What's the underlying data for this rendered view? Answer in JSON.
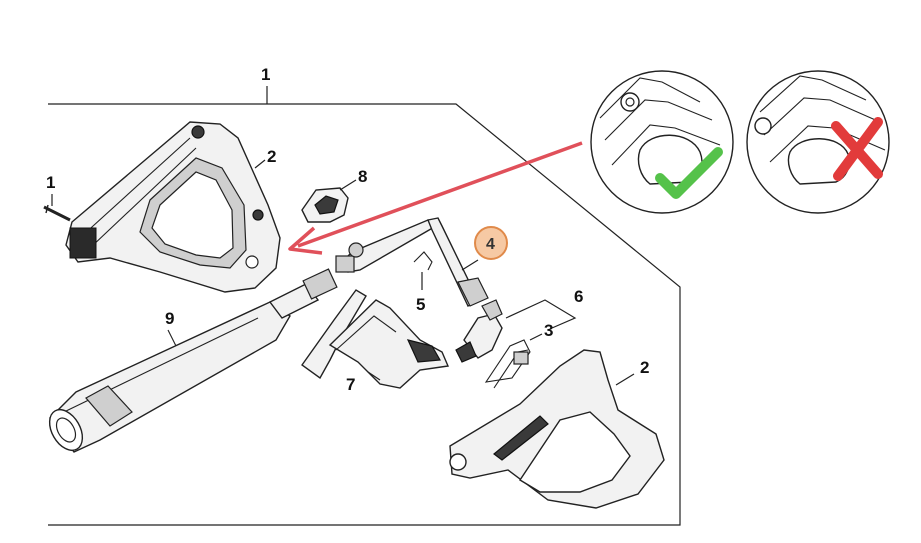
{
  "callouts": {
    "assembly": "1",
    "screw": "1",
    "handle_left": "2",
    "handle_right": "2",
    "clip": "3",
    "highlight": "4",
    "retainer": "5",
    "connector_group": "6",
    "trigger": "7",
    "lock_button": "8",
    "lance": "9"
  },
  "colors": {
    "highlight_fill": "#f6c9a4",
    "highlight_stroke": "#e08a4a",
    "arrow": "#e0505a",
    "check": "#55c24a",
    "cross": "#e23b3b"
  },
  "icons": {
    "correct": "check-mark-icon",
    "incorrect": "cross-mark-icon"
  }
}
